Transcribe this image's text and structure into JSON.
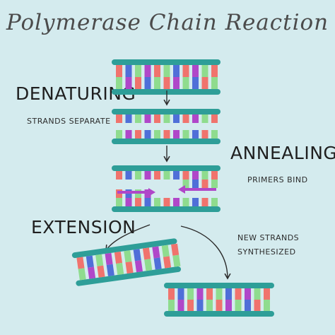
{
  "title": "Polymerase Chain Reaction",
  "stages": {
    "denaturing": {
      "label": "DENATURING",
      "caption": "STRANDS SEPARATE"
    },
    "annealing": {
      "label": "ANNEALING",
      "caption": "PRIMERS BIND"
    },
    "extension": {
      "label": "EXTENSION",
      "caption_line1": "NEW STRANDS",
      "caption_line2": "SYNTHESIZED"
    }
  },
  "colors": {
    "background": "#d4ebee",
    "backbone": "#2e9e98",
    "base_red": "#f0736d",
    "base_green": "#8fdc8e",
    "base_blue": "#4f6fd8",
    "base_purple": "#b047c9",
    "primer": "#b047c9",
    "arrow": "#2b2b2b"
  }
}
